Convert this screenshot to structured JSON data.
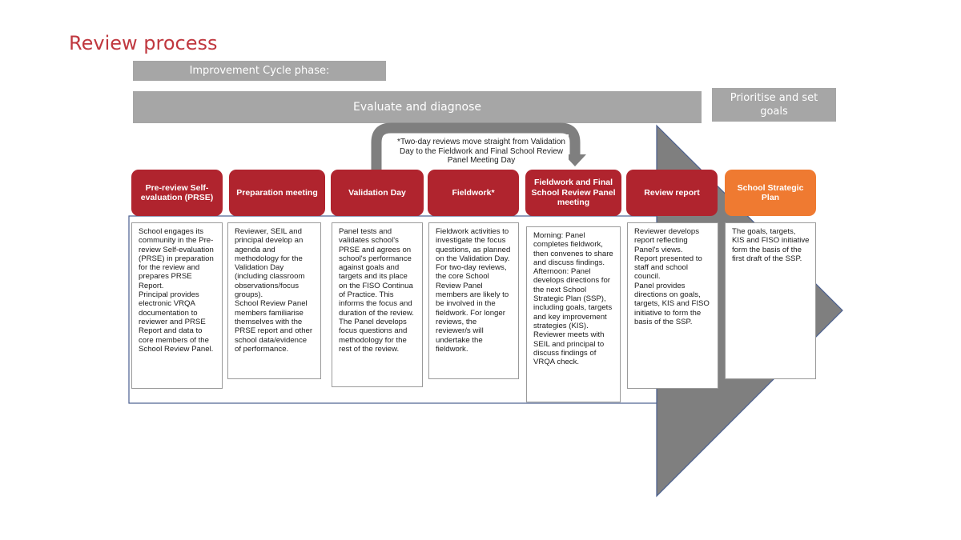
{
  "page": {
    "title": "Review process"
  },
  "phase_label": "Improvement Cycle phase:",
  "phases": {
    "evaluate": "Evaluate and diagnose",
    "prioritise": "Prioritise and set goals"
  },
  "note": "*Two-day reviews move straight from Validation  Day to the Fieldwork  and Final School  Review Panel Meeting  Day",
  "colors": {
    "step_red": "#b0242e",
    "step_orange": "#ef7a31",
    "title_red": "#c0383f",
    "arrow_grey": "#7f7f7f",
    "bar_grey": "#a6a6a6"
  },
  "steps": [
    {
      "label": "Pre-review Self-evaluation (PRSE)",
      "desc": "School engages its community in the Pre-review Self-evaluation (PRSE) in preparation for the review and prepares PRSE Report.\nPrincipal provides electronic VRQA documentation to reviewer and PRSE Report and data to core members of the School Review Panel."
    },
    {
      "label": "Preparation meeting",
      "desc": "Reviewer, SEIL and principal develop an agenda and methodology for the Validation Day (including classroom observations/focus groups).\nSchool Review Panel members familiarise themselves with the PRSE report and other school data/evidence of performance."
    },
    {
      "label": "Validation  Day",
      "desc": "Panel tests and validates school's PRSE and agrees on school's performance against goals and targets and its place on the FISO Continua of Practice. This informs the focus and duration of the review.\nThe Panel develops focus questions and methodology for the rest of the review."
    },
    {
      "label": "Fieldwork*",
      "desc": "Fieldwork activities to investigate the focus questions, as planned on the Validation Day.\nFor two-day reviews, the core School Review Panel members are likely to be involved in the fieldwork. For longer reviews, the reviewer/s will undertake the fieldwork."
    },
    {
      "label": "Fieldwork and Final School Review Panel meeting",
      "desc": "Morning: Panel completes fieldwork, then convenes to share and discuss findings.\nAfternoon: Panel develops directions for the next School Strategic Plan (SSP), including goals, targets and key improvement strategies (KIS).\nReviewer meets with SEIL and principal to discuss findings of VRQA check."
    },
    {
      "label": "Review report",
      "desc": "Reviewer develops report reflecting Panel's views.\nReport presented to staff and school council.\nPanel provides directions on goals, targets, KIS and FISO initiative to form the basis of the SSP."
    },
    {
      "label": "School  Strategic Plan",
      "desc": "The goals, targets, KIS and FISO initiative form the basis of the first draft of the SSP."
    }
  ]
}
